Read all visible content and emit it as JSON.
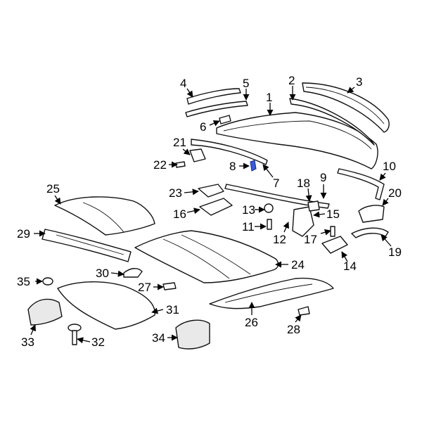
{
  "callouts": [
    "1",
    "2",
    "3",
    "4",
    "5",
    "6",
    "7",
    "8",
    "9",
    "10",
    "11",
    "12",
    "13",
    "14",
    "15",
    "16",
    "17",
    "18",
    "19",
    "20",
    "21",
    "22",
    "23",
    "24",
    "25",
    "26",
    "27",
    "28",
    "29",
    "30",
    "31",
    "32",
    "33",
    "34",
    "35"
  ],
  "highlight_color": "#3b5bdb"
}
